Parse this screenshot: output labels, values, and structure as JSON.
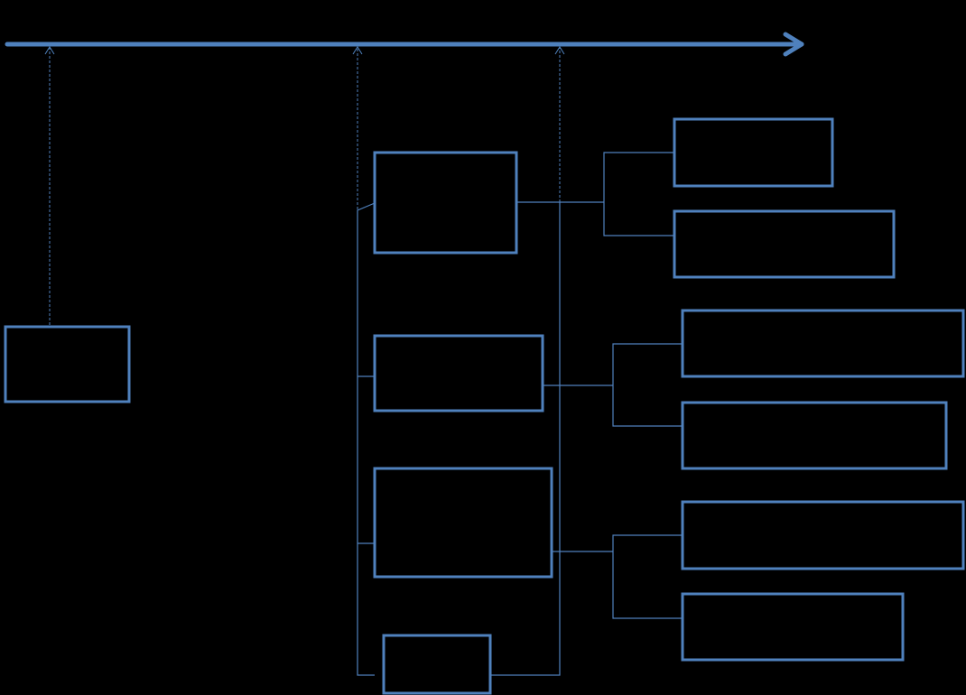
{
  "colors": {
    "background": "#000000",
    "stroke": "#4f81bd"
  },
  "boxes": [
    {
      "id": "root-box",
      "label": ""
    },
    {
      "id": "group-box-1",
      "label": ""
    },
    {
      "id": "group-box-2",
      "label": ""
    },
    {
      "id": "group-box-3",
      "label": ""
    },
    {
      "id": "group-box-4",
      "label": ""
    },
    {
      "id": "leaf-box-1a",
      "label": ""
    },
    {
      "id": "leaf-box-1b",
      "label": ""
    },
    {
      "id": "leaf-box-2a",
      "label": ""
    },
    {
      "id": "leaf-box-2b",
      "label": ""
    },
    {
      "id": "leaf-box-3a",
      "label": ""
    },
    {
      "id": "leaf-box-3b",
      "label": ""
    }
  ]
}
